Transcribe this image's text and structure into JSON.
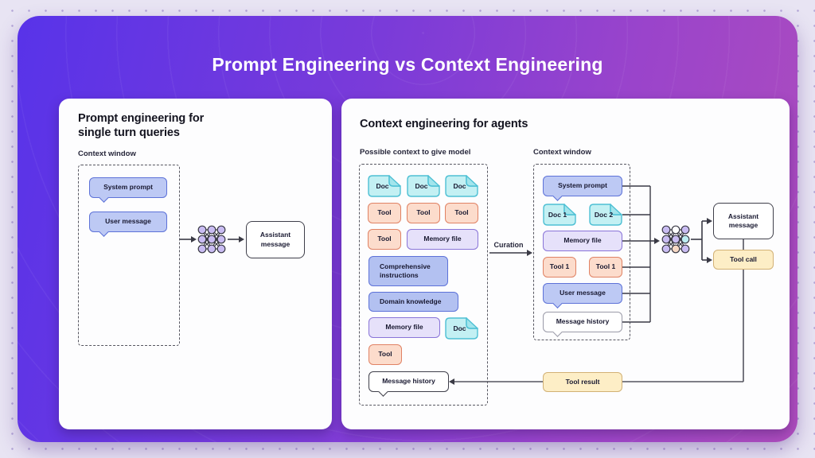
{
  "title": "Prompt Engineering vs Context Engineering",
  "left_panel": {
    "title": "Prompt engineering for single turn queries",
    "context_window_label": "Context window",
    "system_prompt": "System prompt",
    "user_message": "User message",
    "assistant_message": "Assistant message"
  },
  "right_panel": {
    "title": "Context engineering for agents",
    "possible_context_label": "Possible context to give model",
    "context_window_label": "Context window",
    "curation_label": "Curation",
    "pool": {
      "docs": [
        "Doc",
        "Doc",
        "Doc",
        "Doc"
      ],
      "tools": [
        "Tool",
        "Tool",
        "Tool",
        "Tool",
        "Tool"
      ],
      "memory_file_1": "Memory file",
      "comprehensive_instructions": "Comprehensive instructions",
      "domain_knowledge": "Domain knowledge",
      "memory_file_2": "Memory file",
      "message_history": "Message history"
    },
    "context_window": {
      "system_prompt": "System prompt",
      "doc_1": "Doc 1",
      "doc_2": "Doc 2",
      "memory_file": "Memory file",
      "tool_1a": "Tool 1",
      "tool_1b": "Tool 1",
      "user_message": "User message",
      "message_history": "Message history"
    },
    "outputs": {
      "assistant_message": "Assistant message",
      "tool_call": "Tool call",
      "tool_result": "Tool result"
    }
  },
  "colors": {
    "card_gradient_left": "#5833e9",
    "card_gradient_right": "#ae4dbd",
    "bubble_blue": "#bdc9f4",
    "doc_cyan": "#c3f0f3",
    "tool_peach": "#fcdccc",
    "memory_lavender": "#e6e1fa",
    "tool_call_cream": "#fdeec6",
    "nn_node_lavender": "#c9bcf2"
  }
}
